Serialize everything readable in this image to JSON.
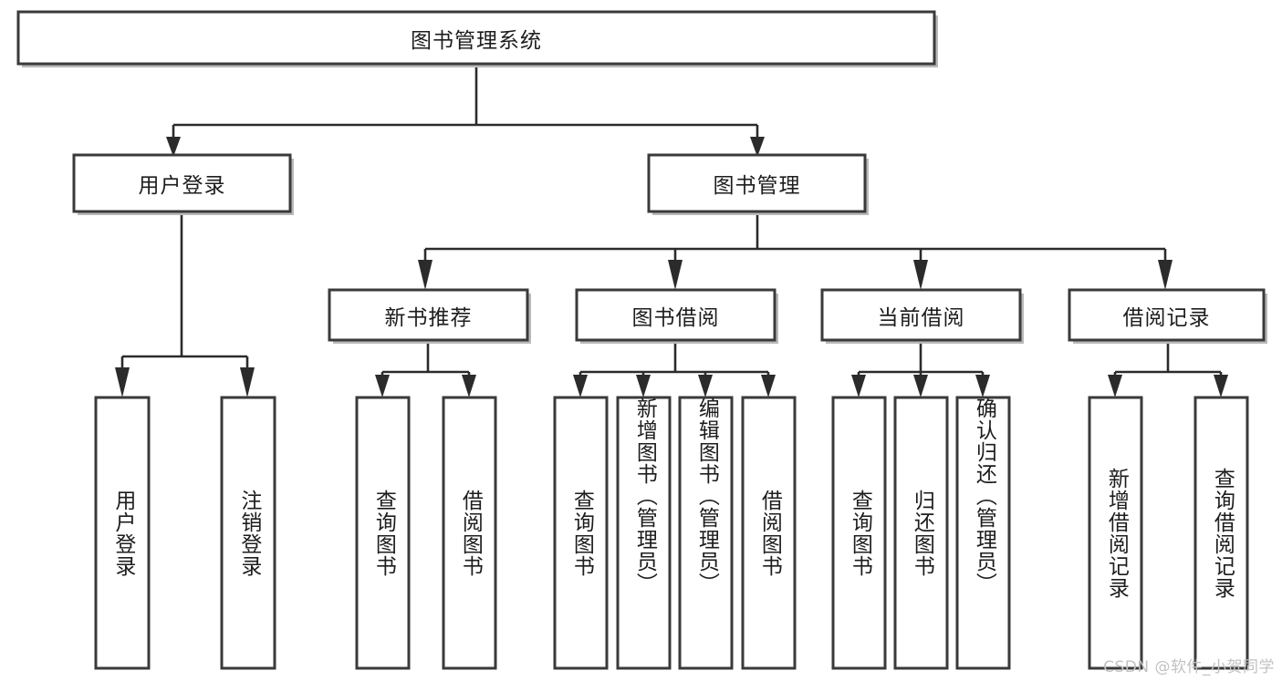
{
  "diagram": {
    "title": "图书管理系统",
    "type": "tree-hierarchy",
    "orientation": "top-down",
    "colors": {
      "background": "#ffffff",
      "box_stroke": "#3a3a3a",
      "box_fill": "#ffffff",
      "connector": "#2b2b2b",
      "text": "#1d1d1d",
      "watermark": "#c2c2c2"
    },
    "levels": [
      {
        "level": 1,
        "nodes": [
          {
            "id": "root",
            "label": "图书管理系统",
            "orientation": "horizontal"
          }
        ]
      },
      {
        "level": 2,
        "nodes": [
          {
            "id": "user-login",
            "label": "用户登录",
            "orientation": "horizontal",
            "parent": "root"
          },
          {
            "id": "book-manage",
            "label": "图书管理",
            "orientation": "horizontal",
            "parent": "root"
          }
        ]
      },
      {
        "level": 3,
        "nodes": [
          {
            "id": "new-book-recommend",
            "label": "新书推荐",
            "orientation": "horizontal",
            "parent": "book-manage"
          },
          {
            "id": "book-borrow",
            "label": "图书借阅",
            "orientation": "horizontal",
            "parent": "book-manage"
          },
          {
            "id": "current-borrow",
            "label": "当前借阅",
            "orientation": "horizontal",
            "parent": "book-manage"
          },
          {
            "id": "borrow-record",
            "label": "借阅记录",
            "orientation": "horizontal",
            "parent": "book-manage"
          }
        ]
      },
      {
        "level": 4,
        "nodes": [
          {
            "id": "leaf-user-login",
            "label": "用户登录",
            "orientation": "vertical",
            "parent": "user-login"
          },
          {
            "id": "leaf-logout-login",
            "label": "注销登录",
            "orientation": "vertical",
            "parent": "user-login"
          },
          {
            "id": "leaf-query-book-1",
            "label": "查询图书",
            "orientation": "vertical",
            "parent": "new-book-recommend"
          },
          {
            "id": "leaf-borrow-book-1",
            "label": "借阅图书",
            "orientation": "vertical",
            "parent": "new-book-recommend"
          },
          {
            "id": "leaf-query-book-2",
            "label": "查询图书",
            "orientation": "vertical",
            "parent": "book-borrow"
          },
          {
            "id": "leaf-add-book",
            "label": "新增图书（管理员）",
            "orientation": "vertical",
            "parent": "book-borrow"
          },
          {
            "id": "leaf-edit-book",
            "label": "编辑图书（管理员）",
            "orientation": "vertical",
            "parent": "book-borrow"
          },
          {
            "id": "leaf-borrow-book-2",
            "label": "借阅图书",
            "orientation": "vertical",
            "parent": "book-borrow"
          },
          {
            "id": "leaf-query-book-3",
            "label": "查询图书",
            "orientation": "vertical",
            "parent": "current-borrow"
          },
          {
            "id": "leaf-return-book",
            "label": "归还图书",
            "orientation": "vertical",
            "parent": "current-borrow"
          },
          {
            "id": "leaf-confirm-return",
            "label": "确认归还（管理员）",
            "orientation": "vertical",
            "parent": "current-borrow"
          },
          {
            "id": "leaf-add-record",
            "label": "新增借阅记录",
            "orientation": "vertical",
            "parent": "borrow-record"
          },
          {
            "id": "leaf-query-record",
            "label": "查询借阅记录",
            "orientation": "vertical",
            "parent": "borrow-record"
          }
        ]
      }
    ],
    "watermark": "CSDN @软件_小贺同学"
  }
}
